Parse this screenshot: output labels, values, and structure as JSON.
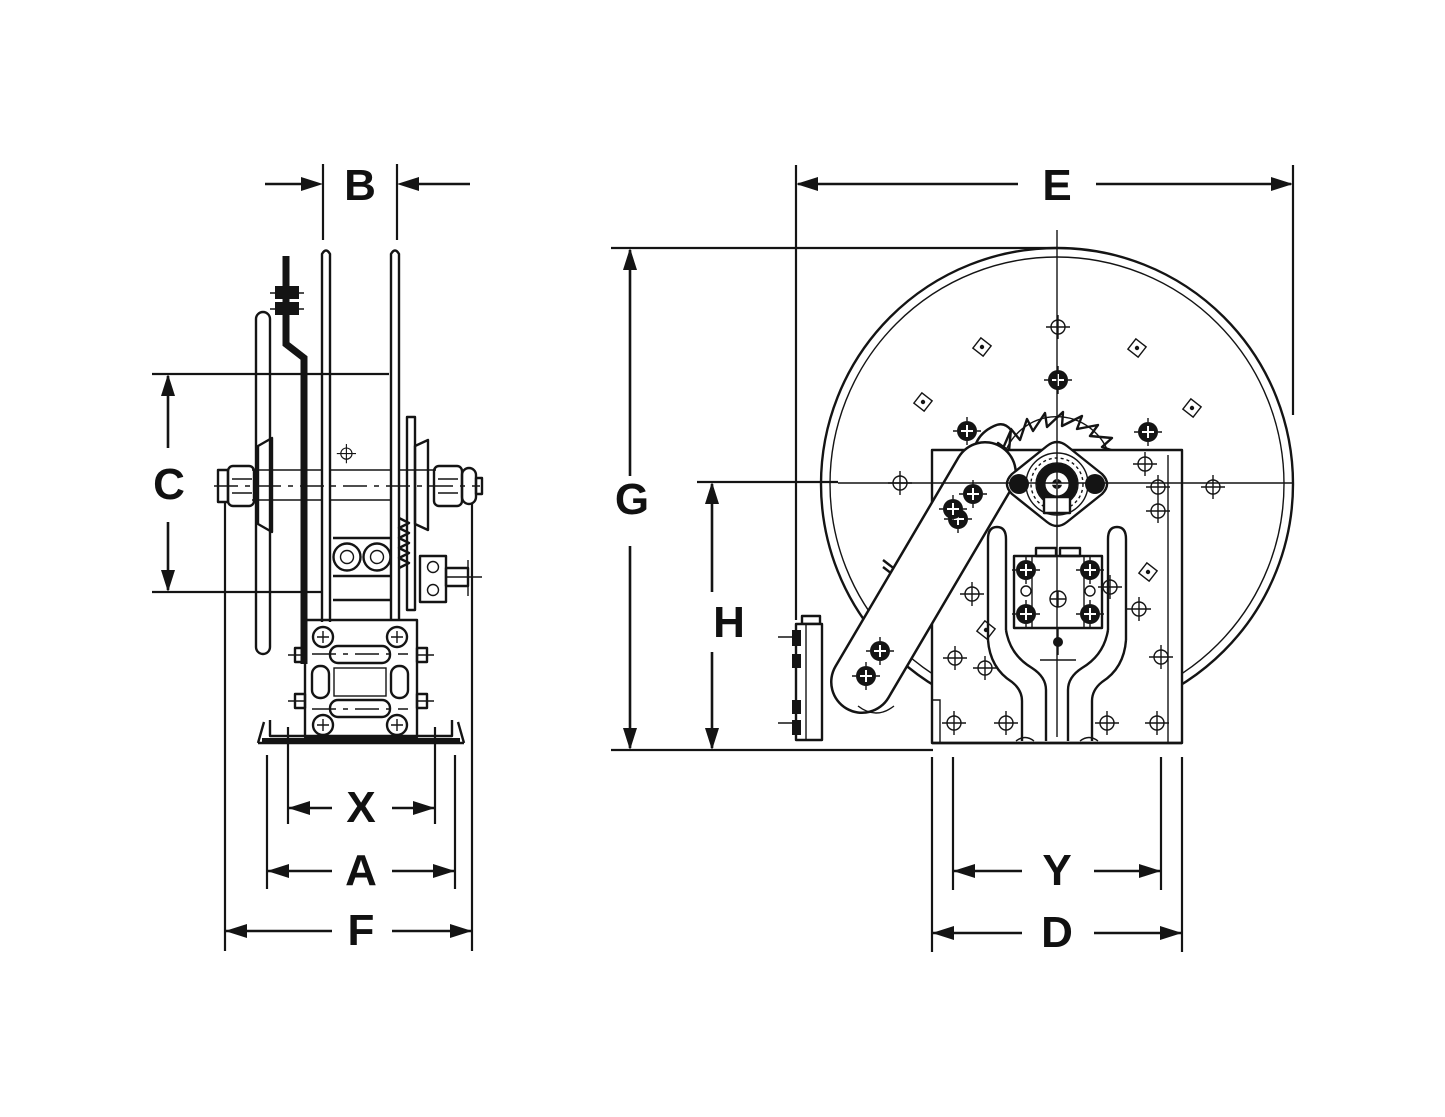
{
  "page": {
    "background": "#ffffff",
    "line_color": "#141414"
  },
  "drawing": {
    "kind": "technical-dimension-drawing",
    "views": [
      {
        "id": "side-view",
        "dimension_labels": [
          "B",
          "C",
          "X",
          "A",
          "F"
        ]
      },
      {
        "id": "front-view",
        "dimension_labels": [
          "E",
          "G",
          "H",
          "Y",
          "D"
        ]
      }
    ]
  },
  "dims": {
    "B": "B",
    "C": "C",
    "X": "X",
    "A": "A",
    "F": "F",
    "E": "E",
    "G": "G",
    "H": "H",
    "Y": "Y",
    "D": "D"
  }
}
